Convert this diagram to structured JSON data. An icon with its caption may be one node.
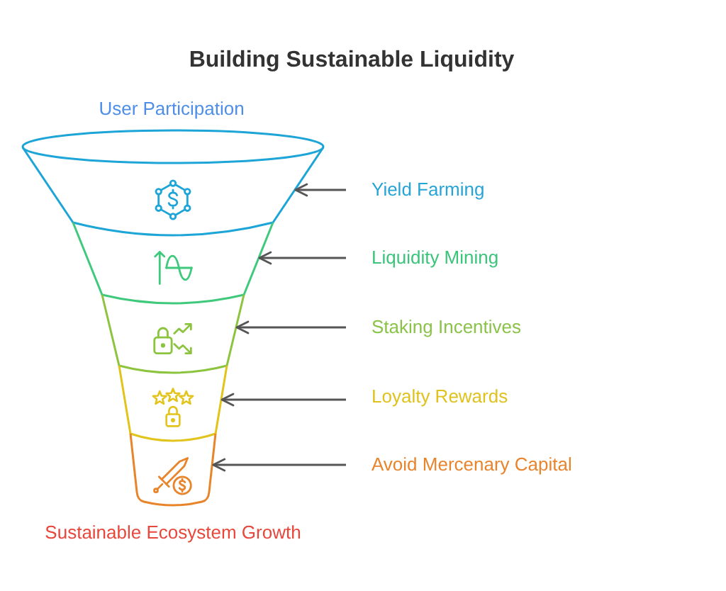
{
  "diagram": {
    "title": "Building Sustainable Liquidity",
    "nodes": [
      {
        "text": [],
        "shape": "band",
        "beside": [
          "User Participation"
        ]
      },
      {
        "text": [
          "Yield Farming"
        ]
      },
      {
        "text": [],
        "shape": "band"
      },
      {
        "text": [
          "Liquidity Mining"
        ]
      },
      {
        "text": [],
        "shape": "band"
      },
      {
        "text": [
          "Staking Incentives"
        ]
      },
      {
        "text": [],
        "shape": "band"
      },
      {
        "text": [
          "Loyalty Rewards"
        ]
      },
      {
        "text": [],
        "shape": "band",
        "beside": [
          "Sustainable Ecosystem Growth"
        ]
      },
      {
        "text": [
          "Avoid Mercenary Capital"
        ]
      }
    ],
    "edges": [
      {
        "from": 1,
        "to": 0,
        "arrow": "to"
      },
      {
        "from": 3,
        "to": 2,
        "arrow": "to"
      },
      {
        "from": 5,
        "to": 4,
        "arrow": "to"
      },
      {
        "from": 7,
        "to": 6,
        "arrow": "to"
      },
      {
        "from": 9,
        "to": 8,
        "arrow": "to"
      }
    ]
  }
}
